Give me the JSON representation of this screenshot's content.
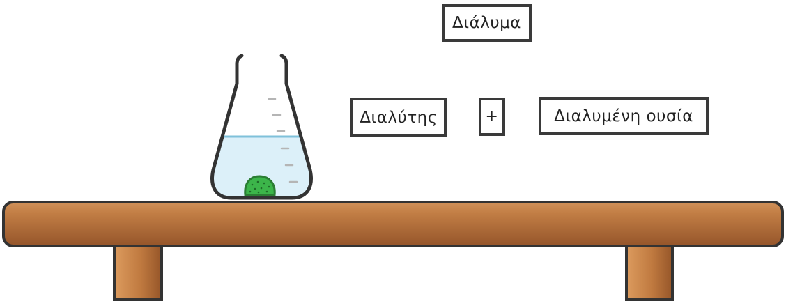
{
  "labels": {
    "solution": "Διάλυμα",
    "solvent": "Διαλύτης",
    "plus": "+",
    "solute": "Διαλυμένη ουσία"
  },
  "colors": {
    "outline": "#333333",
    "liquid": "#dcf0f9",
    "liquid_surface": "#7fc1da",
    "solute": "#3cb54a",
    "table_wood": "#b06b32",
    "table_leg": "#c98a52"
  },
  "icons": {
    "flask": "erlenmeyer-flask-icon",
    "solute": "solute-lump-icon",
    "table": "table-icon"
  }
}
